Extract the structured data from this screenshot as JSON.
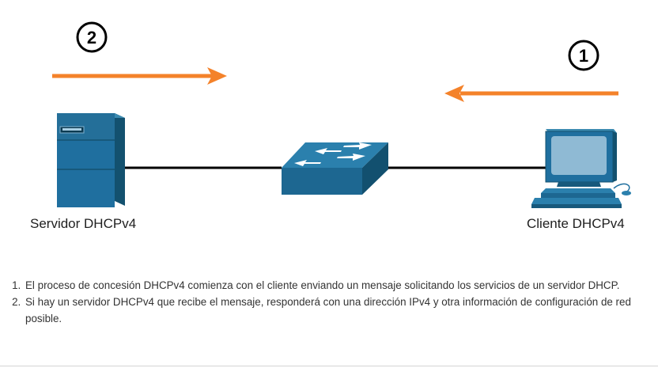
{
  "diagram": {
    "server_label": "Servidor DHCPv4",
    "client_label": "Cliente DHCPv4",
    "step_badge_1": "1",
    "step_badge_2": "2",
    "arrow_color": "#f4822a",
    "device_color": "#1f6f9f",
    "link_color": "#000000"
  },
  "steps": [
    "El proceso de concesión DHCPv4 comienza con el cliente enviando un mensaje solicitando los servicios de un servidor DHCP.",
    "Si hay un servidor DHCPv4 que recibe el mensaje, responderá con una dirección IPv4 y otra información de configuración de red posible."
  ]
}
